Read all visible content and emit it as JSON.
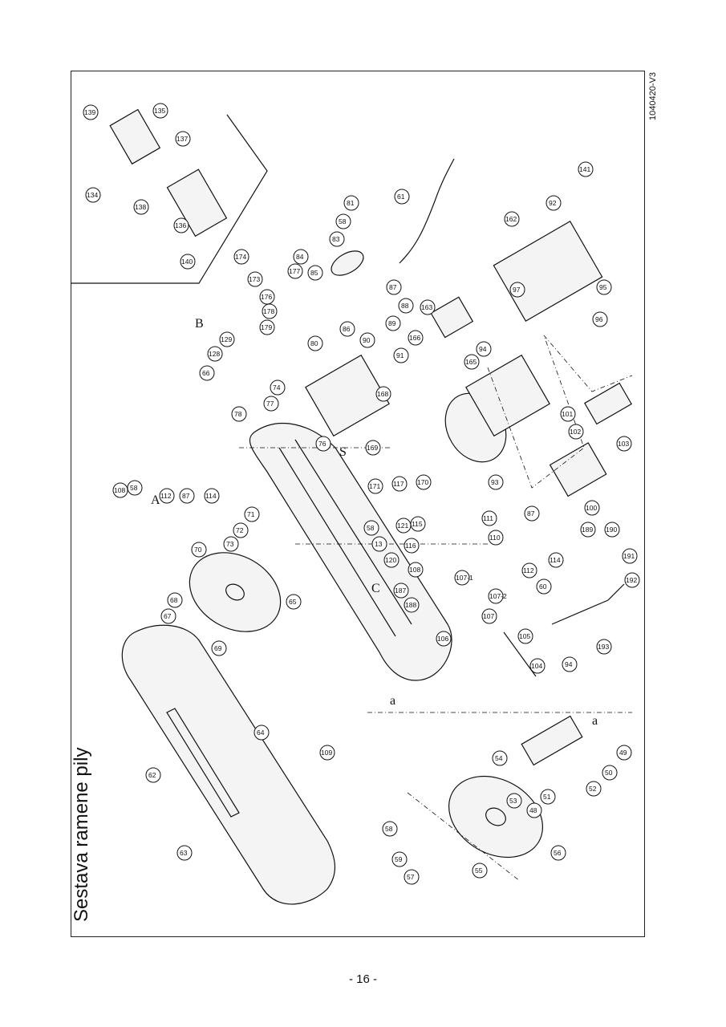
{
  "title": "Sestava ramene pily",
  "doc_ref": "1040420-V3",
  "page_number": "- 16 -",
  "view_labels": [
    "A",
    "B",
    "C",
    "a",
    "S"
  ],
  "callouts": [
    "62",
    "63",
    "64",
    "109",
    "67",
    "68",
    "69",
    "70",
    "73",
    "72",
    "71",
    "65",
    "59",
    "58",
    "57",
    "55",
    "56",
    "53",
    "51",
    "48",
    "52",
    "50",
    "49",
    "54",
    "104",
    "105",
    "106",
    "107",
    "107-1",
    "107-2",
    "108",
    "60",
    "110",
    "111",
    "112",
    "87",
    "114",
    "94",
    "193",
    "192",
    "191",
    "190",
    "189",
    "100",
    "102",
    "101",
    "103",
    "93",
    "94",
    "95",
    "96",
    "97",
    "92",
    "141",
    "162",
    "61",
    "163",
    "165",
    "166",
    "88",
    "87",
    "89",
    "90",
    "91",
    "86",
    "85",
    "84",
    "83",
    "58",
    "81",
    "80",
    "74",
    "76",
    "77",
    "78",
    "66",
    "128",
    "129",
    "108",
    "58",
    "112",
    "87",
    "114",
    "115",
    "116",
    "117",
    "171",
    "169",
    "168",
    "170",
    "58",
    "13",
    "120",
    "121",
    "174",
    "173",
    "176",
    "177",
    "178",
    "179",
    "134",
    "139",
    "135",
    "137",
    "138",
    "136",
    "140",
    "187",
    "188"
  ]
}
